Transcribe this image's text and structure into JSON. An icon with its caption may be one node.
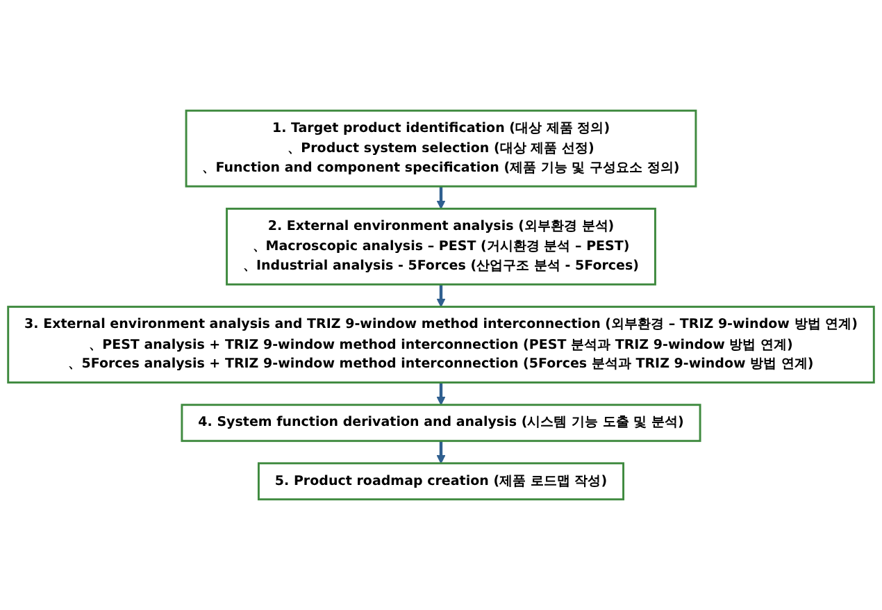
{
  "diagram": {
    "nodes": [
      {
        "text": [
          "1. Target product identification (대상 제품 정의)",
          "、Product system selection (대상 제품 선정)",
          "、Function and component specification (제품 기능 및 구성요소 정의)"
        ]
      },
      {
        "text": [
          "2. External environment analysis (외부환경 분석)",
          "、Macroscopic analysis – PEST (거시환경 분석 – PEST)",
          "、Industrial analysis - 5Forces (산업구조 분석 - 5Forces)"
        ]
      },
      {
        "text": [
          "3. External environment analysis and TRIZ 9-window method interconnection (외부환경 – TRIZ 9-window 방법 연계)",
          "、PEST analysis + TRIZ 9-window method interconnection (PEST 분석과 TRIZ 9-window 방법 연계)",
          "、5Forces analysis + TRIZ 9-window method interconnection (5Forces 분석과 TRIZ 9-window 방법 연계)"
        ]
      },
      {
        "text": [
          "4. System function derivation and analysis (시스템 기능 도출 및 분석)"
        ]
      },
      {
        "text": [
          "5. Product roadmap creation (제품 로드맵 작성)"
        ]
      }
    ],
    "edges": [
      {
        "from": 0,
        "to": 1,
        "arrow": "to"
      },
      {
        "from": 1,
        "to": 2,
        "arrow": "to"
      },
      {
        "from": 2,
        "to": 3,
        "arrow": "to"
      },
      {
        "from": 3,
        "to": 4,
        "arrow": "to"
      }
    ]
  }
}
